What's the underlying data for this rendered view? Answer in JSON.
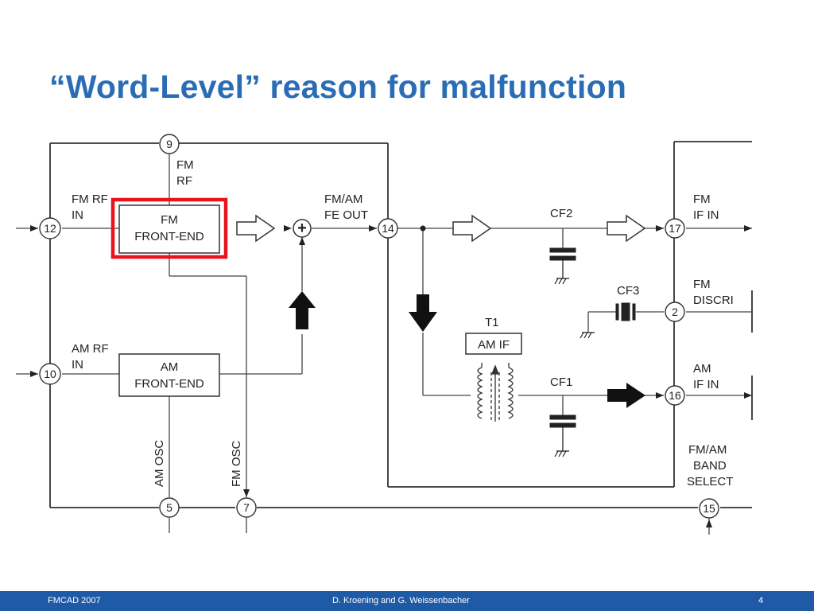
{
  "slide": {
    "title": "“Word-Level” reason for malfunction"
  },
  "footer": {
    "left": "FMCAD 2007",
    "center": "D. Kroening and G. Weissenbacher",
    "page": "4"
  },
  "diagram": {
    "pins": {
      "p9": "9",
      "p12": "12",
      "p10": "10",
      "p14": "14",
      "p17": "17",
      "p2": "2",
      "p16": "16",
      "p5": "5",
      "p7": "7",
      "p15": "15"
    },
    "labels": {
      "fm_rf_1": "FM",
      "fm_rf_2": "RF",
      "fm_rf_in_1": "FM RF",
      "fm_rf_in_2": "IN",
      "am_rf_in_1": "AM RF",
      "am_rf_in_2": "IN",
      "fe_out_1": "FM/AM",
      "fe_out_2": "FE OUT",
      "cf2": "CF2",
      "cf3": "CF3",
      "cf1": "CF1",
      "t1": "T1",
      "fm_if_1": "FM",
      "fm_if_2": "IF IN",
      "fm_discri_1": "FM",
      "fm_discri_2": "DISCRI",
      "am_if_in_1": "AM",
      "am_if_in_2": "IF IN",
      "band_1": "FM/AM",
      "band_2": "BAND",
      "band_3": "SELECT",
      "am_osc": "AM OSC",
      "fm_osc": "FM OSC"
    },
    "blocks": {
      "fm_front_end_1": "FM",
      "fm_front_end_2": "FRONT-END",
      "am_front_end_1": "AM",
      "am_front_end_2": "FRONT-END",
      "am_if": "AM IF"
    },
    "summer_symbol": "+",
    "colors": {
      "highlight": "#e8141b",
      "title": "#2a6db5",
      "footer": "#1f5aa6"
    }
  }
}
